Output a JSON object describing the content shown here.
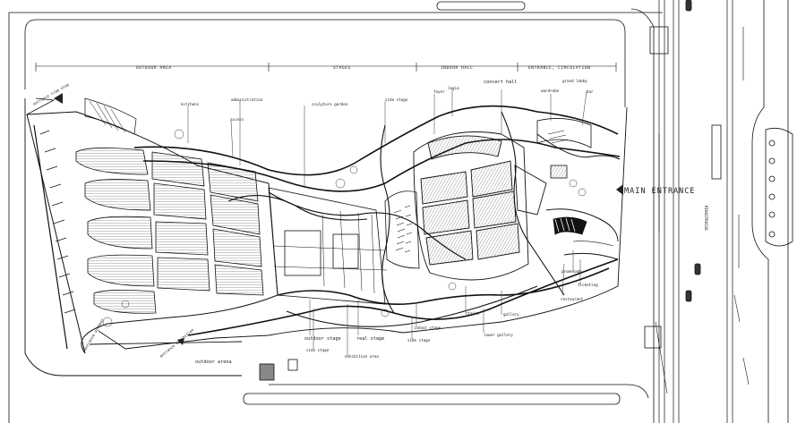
{
  "zones": {
    "outdoor_area": "OUTDOOR AREA",
    "stages": "STAGES",
    "indoor_hall": "INDOOR HALL",
    "entrance_circulation": "ENTRANCE, CIRCULATION"
  },
  "main_entrance": "MAIN ENTRANCE",
  "street_name": "RINGSTRASSE",
  "labels": {
    "entrance_tram_stop": "entrance tram stop",
    "entrance_exhibition": "entrance exhibition",
    "entrance_outdoor": "entrance outdoor",
    "outdoor_arena": "outdoor arena",
    "outdoor_stage": "outdoor stage",
    "real_stage": "real stage",
    "side_stage_1": "side stage",
    "side_stage_2": "side stage",
    "side_stage_3": "side stage",
    "indoor_stage": "indoor stage",
    "concert_hall": "concert hall",
    "grand_lobby": "grand lobby",
    "foyer": "foyer",
    "stairs": "stairs",
    "gallery": "gallery",
    "kitchens": "kitchens",
    "administration": "administration",
    "wardrobe": "wardrobe",
    "restaurant": "restaurant",
    "promenade": "promenade",
    "ticketing": "ticketing",
    "sculpture_garden": "sculpture garden",
    "exhibition_area": "exhibition area",
    "logia": "logia",
    "bar": "bar",
    "lower_gallery": "lower gallery",
    "access": "access"
  },
  "colors": {
    "ink": "#111111",
    "paper": "#ffffff",
    "hatch": "#555555"
  }
}
